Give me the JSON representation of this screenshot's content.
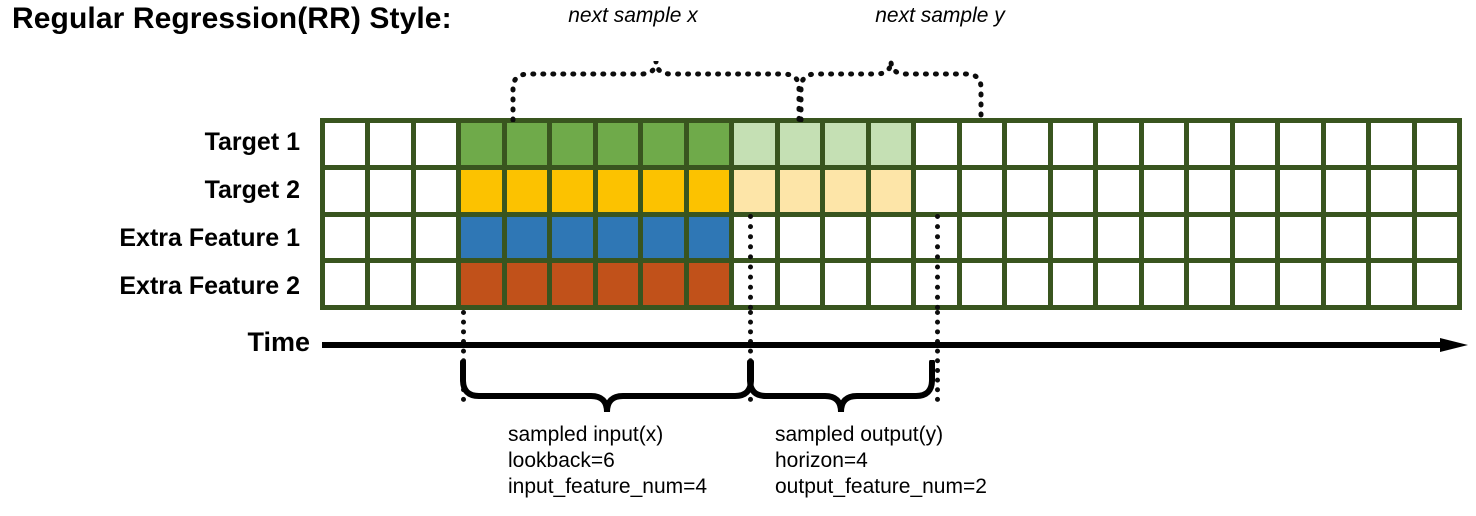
{
  "title": "Regular Regression(RR) Style:",
  "rows": [
    {
      "label": "Target 1",
      "color": "#6faa4a",
      "faded_color": "#c5e0b4",
      "solid_count": 6,
      "faded_count": 4
    },
    {
      "label": "Target 2",
      "color": "#fcc200",
      "faded_color": "#fde5a8",
      "solid_count": 6,
      "faded_count": 4
    },
    {
      "label": "Extra Feature 1",
      "color": "#2f77b5",
      "faded_color": "#ffffff",
      "solid_count": 6,
      "faded_count": 0
    },
    {
      "label": "Extra Feature 2",
      "color": "#c1511a",
      "faded_color": "#ffffff",
      "solid_count": 6,
      "faded_count": 0
    }
  ],
  "grid": {
    "total_columns": 25,
    "lead_blank_columns": 3,
    "line_color": "#39551f",
    "empty_color": "#ffffff"
  },
  "time_axis": {
    "label": "Time"
  },
  "top_braces": [
    {
      "label": "next sample x"
    },
    {
      "label": "next sample y"
    }
  ],
  "bottom_braces": [
    {
      "line1": "sampled input(x)",
      "line2": "lookback=6",
      "line3": "input_feature_num=4"
    },
    {
      "line1": "sampled output(y)",
      "line2": "horizon=4",
      "line3": "output_feature_num=2"
    }
  ]
}
